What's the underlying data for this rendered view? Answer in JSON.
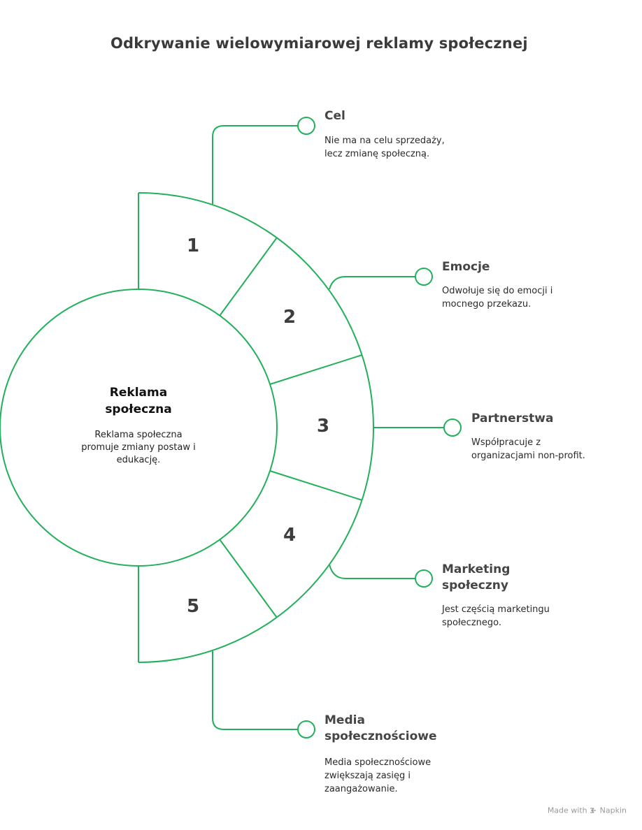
{
  "title": "Odkrywanie wielowymiarowej reklamy społecznej",
  "center": {
    "title_line1": "Reklama",
    "title_line2": "społeczna",
    "desc_line1": "Reklama społeczna",
    "desc_line2": "promuje zmiany postaw i",
    "desc_line3": "edukację."
  },
  "segments": [
    "1",
    "2",
    "3",
    "4",
    "5"
  ],
  "items": [
    {
      "title_line1": "Cel",
      "title_line2": "",
      "desc_line1": "Nie ma na celu sprzedaży,",
      "desc_line2": "lecz zmianę społeczną.",
      "desc_line3": ""
    },
    {
      "title_line1": "Emocje",
      "title_line2": "",
      "desc_line1": "Odwołuje się do emocji i",
      "desc_line2": "mocnego przekazu.",
      "desc_line3": ""
    },
    {
      "title_line1": "Partnerstwa",
      "title_line2": "",
      "desc_line1": "Współpracuje z",
      "desc_line2": "organizacjami non-profit.",
      "desc_line3": ""
    },
    {
      "title_line1": "Marketing",
      "title_line2": "społeczny",
      "desc_line1": "Jest częścią marketingu",
      "desc_line2": "społecznego.",
      "desc_line3": ""
    },
    {
      "title_line1": "Media",
      "title_line2": "społecznościowe",
      "desc_line1": "Media społecznościowe",
      "desc_line2": "zwiększają zasięg i",
      "desc_line3": "zaangażowanie."
    }
  ],
  "footer": {
    "made_with": "Made with",
    "brand": "Napkin"
  },
  "colors": {
    "accent": "#22b05a",
    "text": "#3d3d3d",
    "muted": "#9a9a9a"
  }
}
